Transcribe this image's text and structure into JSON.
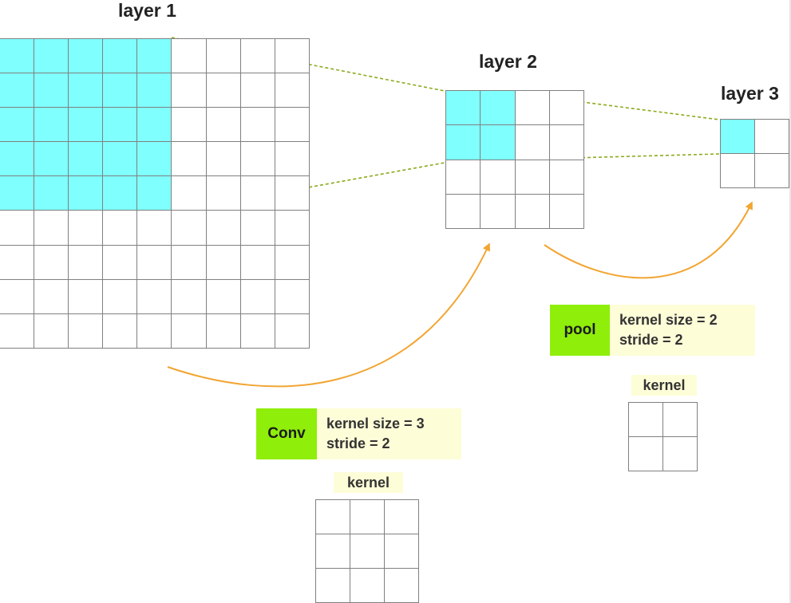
{
  "layers": [
    {
      "title": "layer 1",
      "rows": 9,
      "cols": 9,
      "highlight": {
        "rows": 5,
        "cols": 5
      }
    },
    {
      "title": "layer 2",
      "rows": 4,
      "cols": 4,
      "highlight": {
        "rows": 2,
        "cols": 2
      }
    },
    {
      "title": "layer 3",
      "rows": 2,
      "cols": 2,
      "highlight": {
        "rows": 1,
        "cols": 1
      }
    }
  ],
  "operations": {
    "conv": {
      "name": "Conv",
      "kernel_size_text": "kernel size = 3",
      "stride_text": "stride = 2",
      "kernel_label": "kernel",
      "kernel_rows": 3,
      "kernel_cols": 3
    },
    "pool": {
      "name": "pool",
      "kernel_size_text": "kernel size = 2",
      "stride_text": "stride = 2",
      "kernel_label": "kernel",
      "kernel_rows": 2,
      "kernel_cols": 2
    }
  },
  "colors": {
    "highlight": "#80ffff",
    "grid_line": "#808080",
    "op_name_bg": "#8fee0a",
    "param_bg": "#fdfdd8",
    "connector_dashed": "#8aab1e",
    "arrow": "#f2a531"
  }
}
